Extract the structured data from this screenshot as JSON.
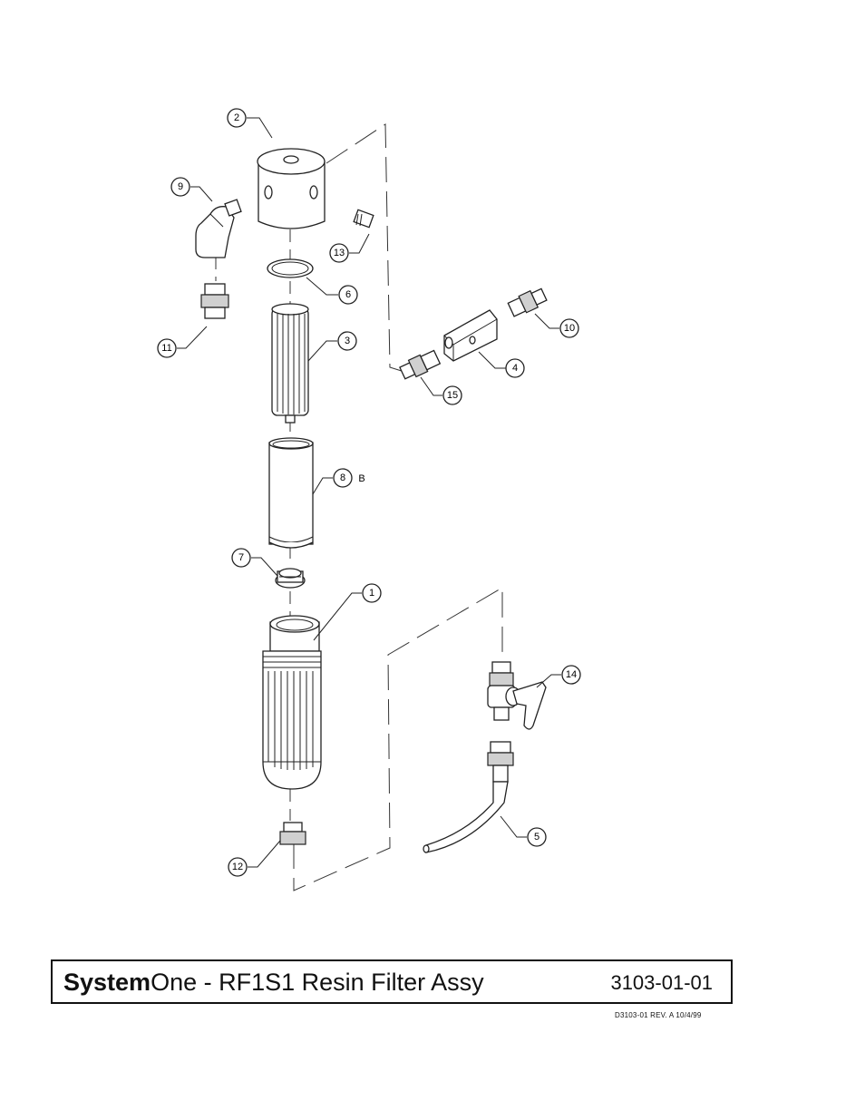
{
  "title": {
    "brand": "System",
    "product": "One - RF1S1 Resin Filter Assy",
    "drawing_number": "3103-01-01"
  },
  "revision_block": "D3103-01 REV. A    10/4/99",
  "callouts": [
    "1",
    "2",
    "3",
    "4",
    "5",
    "6",
    "7",
    "8",
    "9",
    "10",
    "11",
    "12",
    "13",
    "14",
    "15"
  ],
  "callout_suffix_8": "B"
}
